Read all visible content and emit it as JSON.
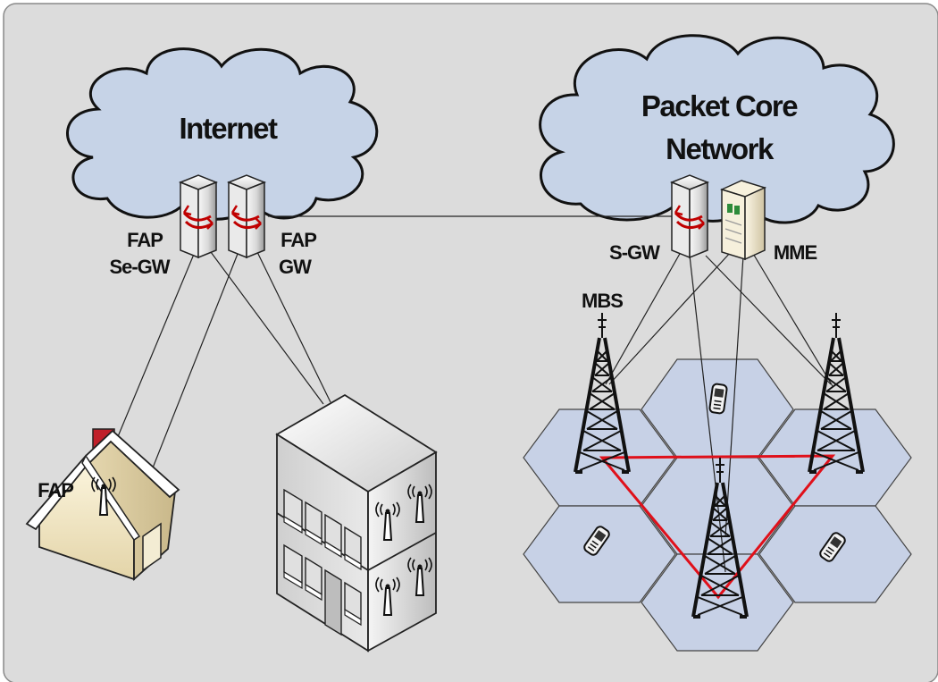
{
  "clouds": {
    "internet": {
      "label": "Internet"
    },
    "core": {
      "line1": "Packet Core",
      "line2": "Network"
    }
  },
  "nodes": {
    "fap_segw": {
      "line1": "FAP",
      "line2": "Se-GW"
    },
    "fap_gw": {
      "line1": "FAP",
      "line2": "GW"
    },
    "sgw": {
      "label": "S-GW"
    },
    "mme": {
      "label": "MME"
    },
    "mbs": {
      "label": "MBS"
    },
    "house_fap": {
      "label": "FAP"
    }
  },
  "colors": {
    "background": "#dcdcdc",
    "cloud_fill": "#c6d3e7",
    "hex_fill": "#c7d1e6",
    "triangle": "#e0101a",
    "link": "#222222"
  }
}
